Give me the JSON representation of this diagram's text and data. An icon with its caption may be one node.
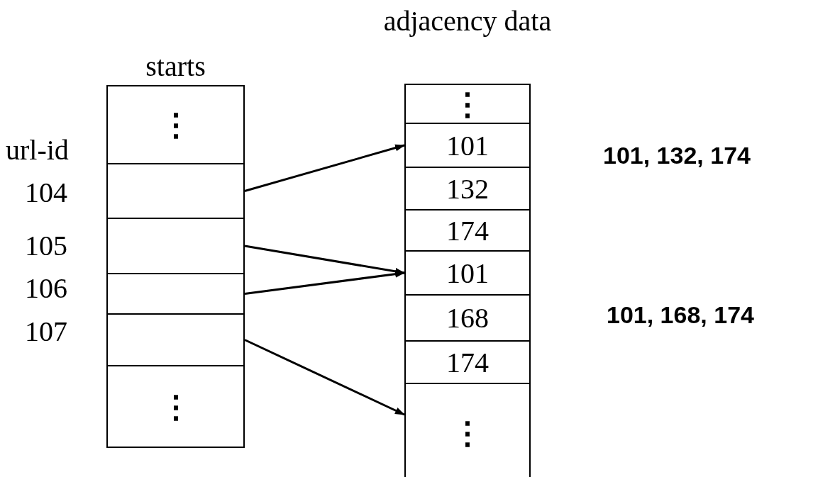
{
  "diagram": {
    "nodes": [
      {
        "text": [
          "starts"
        ]
      },
      {
        "text": [
          "⋮"
        ],
        "in": 0
      },
      {
        "text": [],
        "shape": "box",
        "in": 0,
        "beside": [
          "104"
        ]
      },
      {
        "text": [],
        "shape": "box",
        "in": 0,
        "beside": [
          "105"
        ]
      },
      {
        "text": [],
        "shape": "box",
        "in": 0,
        "beside": [
          "106"
        ]
      },
      {
        "text": [],
        "shape": "box",
        "in": 0,
        "beside": [
          "107"
        ]
      },
      {
        "text": [
          "⋮"
        ],
        "in": 0
      },
      {
        "text": [
          "adjacency data"
        ]
      },
      {
        "text": [
          "⋮"
        ],
        "in": 7
      },
      {
        "text": [
          "101"
        ],
        "in": 7
      },
      {
        "text": [
          "132"
        ],
        "in": 7
      },
      {
        "text": [
          "174"
        ],
        "in": 7
      },
      {
        "text": [
          "101"
        ],
        "in": 7
      },
      {
        "text": [
          "168"
        ],
        "in": 7
      },
      {
        "text": [
          "174"
        ],
        "in": 7
      },
      {
        "text": [
          "⋮"
        ],
        "in": 7
      }
    ],
    "edges": [
      {
        "from": 2,
        "to": 9,
        "arrow": "to"
      },
      {
        "from": 3,
        "to": 12,
        "arrow": "to"
      },
      {
        "from": 4,
        "to": 12,
        "arrow": "to"
      },
      {
        "from": 5,
        "to": 15,
        "arrow": "to"
      }
    ],
    "labels": [
      "url-id",
      "101, 132, 174",
      "101, 168, 174"
    ]
  }
}
